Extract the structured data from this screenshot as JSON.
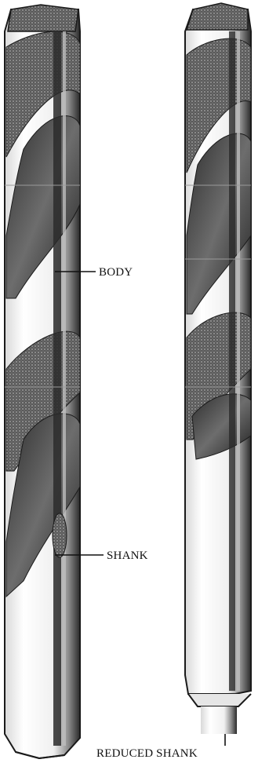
{
  "labels": {
    "body": "BODY",
    "shank": "SHANK",
    "reduced_shank": "REDUCED SHANK"
  },
  "colors": {
    "ink": "#1a1a1a",
    "flute_dark": "#3a3a3a",
    "flute_mid": "#7a7a7a",
    "metal_light": "#f4f4f4",
    "paper": "#ffffff"
  }
}
